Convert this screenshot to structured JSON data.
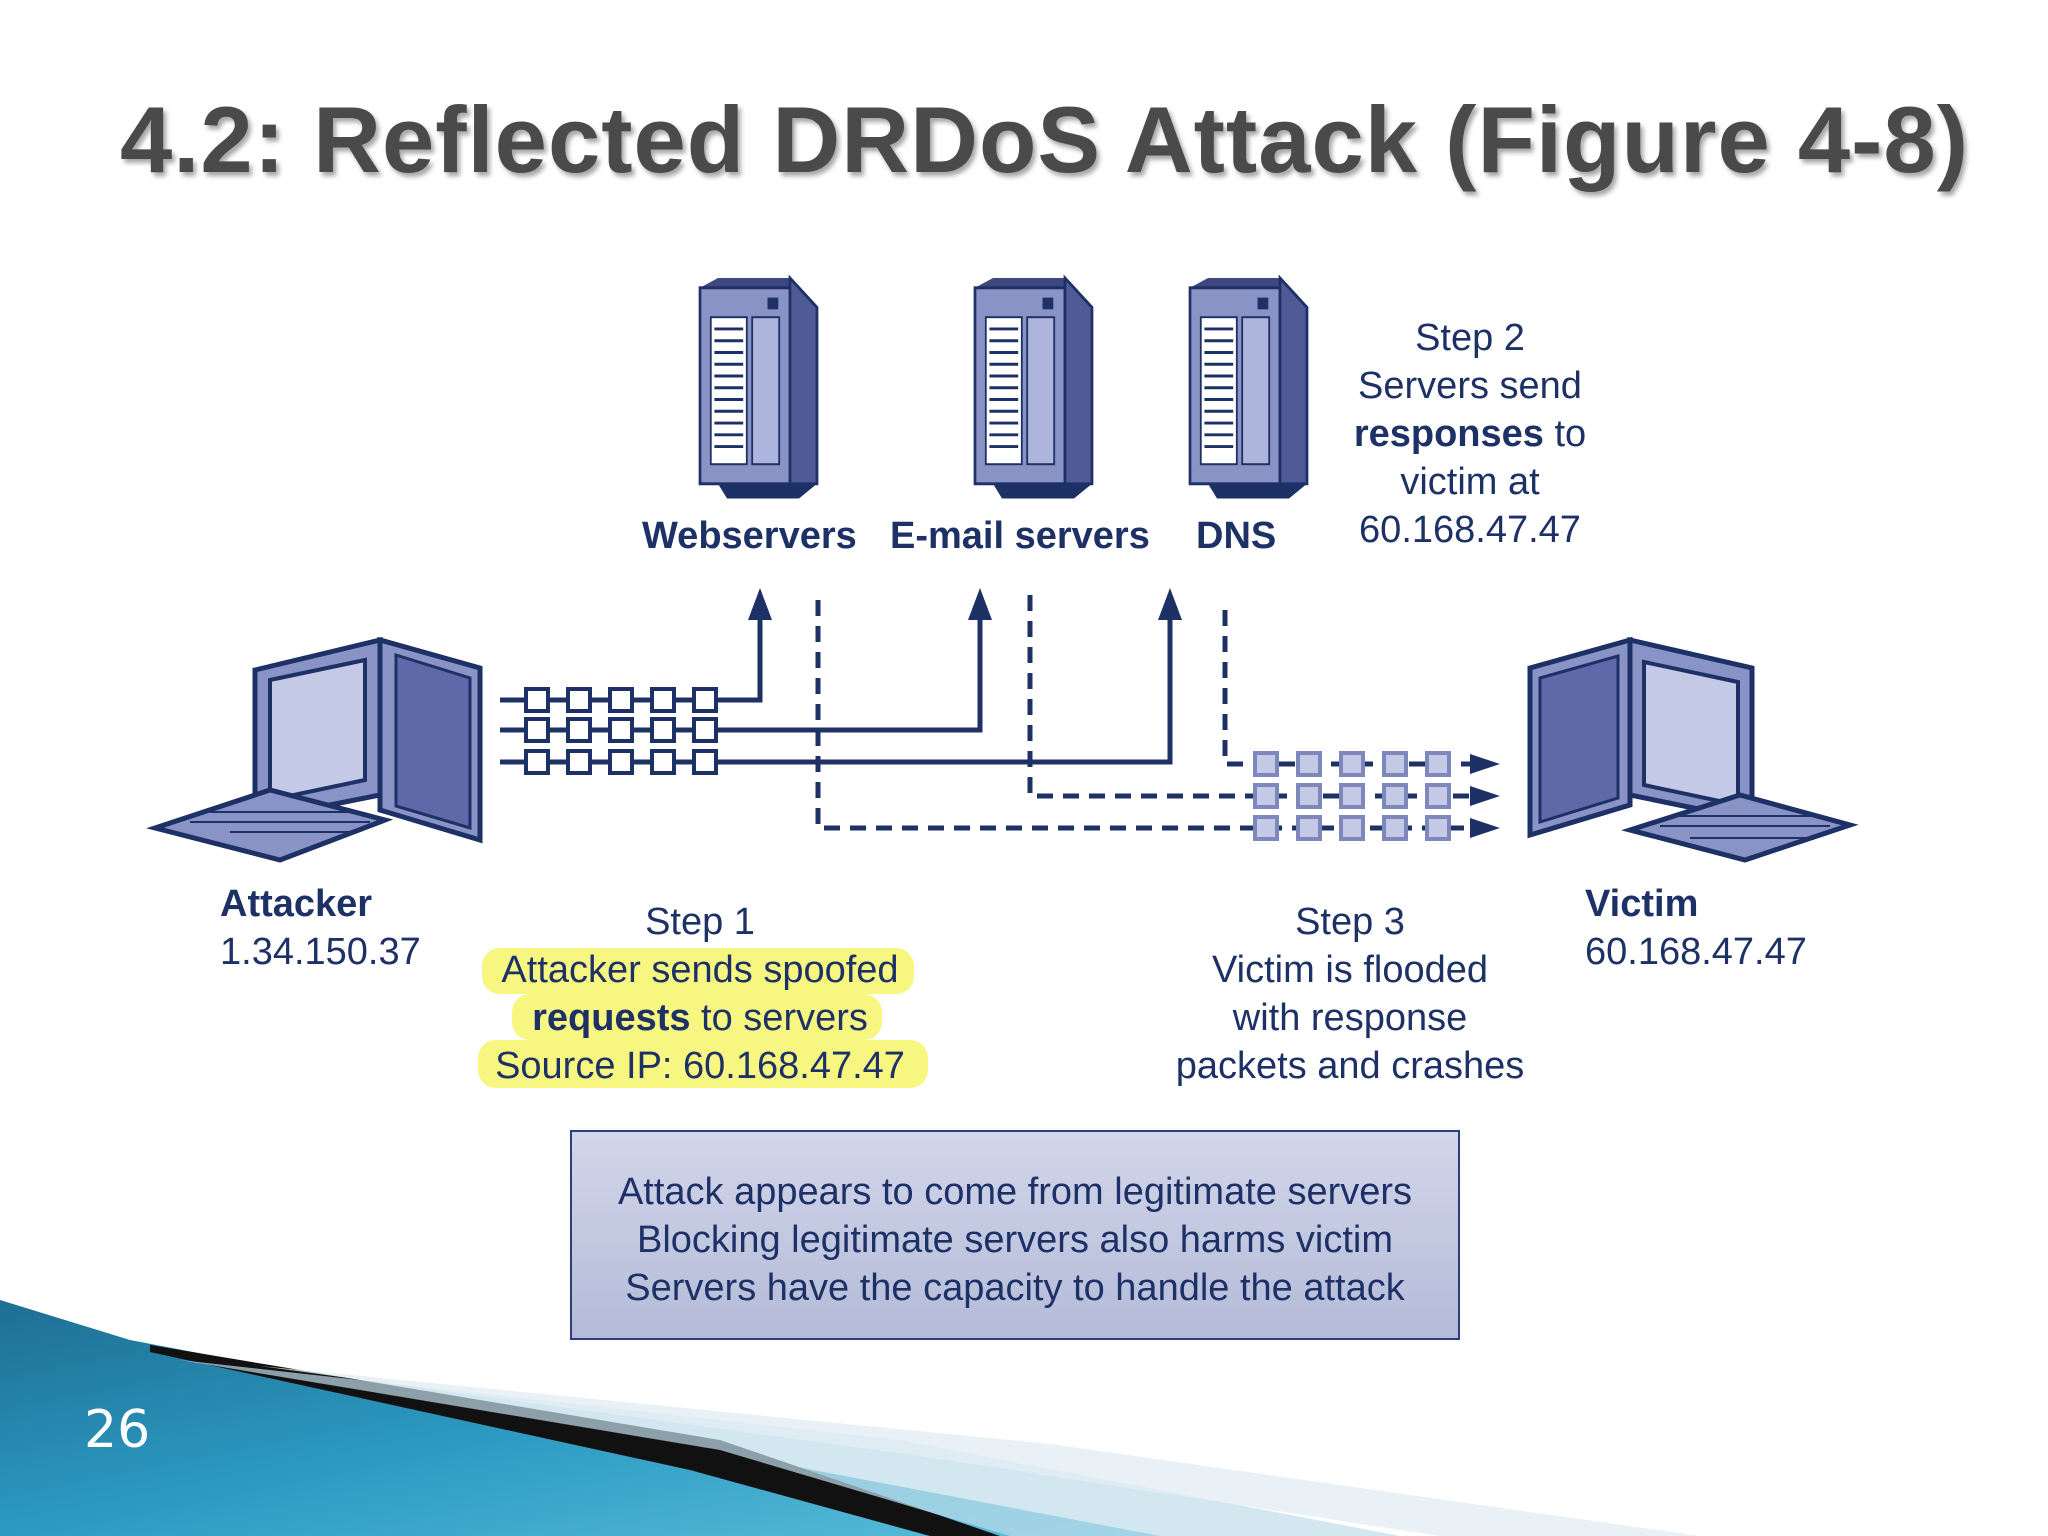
{
  "slide": {
    "title": "4.2: Reflected DRDoS Attack (Figure 4-8)",
    "page_number": "26"
  },
  "servers": {
    "web": "Webservers",
    "email": "E-mail servers",
    "dns": "DNS"
  },
  "step2": {
    "line1": "Step 2",
    "line2": "Servers send",
    "line3_bold": "responses",
    "line3_rest": " to",
    "line4": "victim at",
    "line5": "60.168.47.47"
  },
  "attacker": {
    "name": "Attacker",
    "ip": "1.34.150.37"
  },
  "victim": {
    "name": "Victim",
    "ip": "60.168.47.47"
  },
  "step1": {
    "line1": "Step 1",
    "line2": "Attacker sends spoofed",
    "line3_bold": "requests",
    "line3_rest": " to servers",
    "line4": "Source IP: 60.168.47.47"
  },
  "step3": {
    "line1": "Step 3",
    "line2": "Victim is flooded",
    "line3": "with response",
    "line4": "packets and crashes"
  },
  "note": {
    "lines": [
      "Attack appears to come from legitimate servers",
      "Blocking legitimate servers also harms victim",
      "Servers have the capacity to handle the attack"
    ]
  },
  "colors": {
    "navy": "#1d3166",
    "device_fill": "#8a93c6",
    "screen_fill": "#c4c9e6",
    "highlight": "#f4f46a",
    "note_fill": "#c3c8e2",
    "footer_teal": "#2a8fb4"
  }
}
